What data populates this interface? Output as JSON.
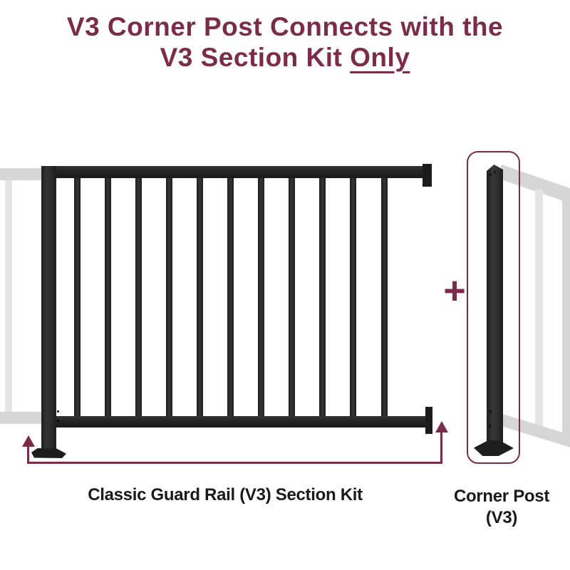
{
  "title": {
    "line1": "V3 Corner Post Connects with the",
    "line2_prefix": "V3 Section Kit ",
    "line2_underlined": "Only"
  },
  "plus_sign": "+",
  "labels": {
    "section_kit": "Classic Guard Rail (V3) Section Kit",
    "corner_post_line1": "Corner Post",
    "corner_post_line2": "(V3)"
  },
  "colors": {
    "accent": "#7B2C48",
    "rail_dark": "#242424",
    "rail_darker": "#1B1B1B",
    "ghost_gray": "#D6D6D6",
    "ghost_light": "#E4E4E4",
    "label_text": "#1A1A1A",
    "background": "#FFFFFF"
  },
  "illustration": {
    "baluster_count": 11,
    "section_kit_name": "Classic Guard Rail (V3) Section Kit",
    "corner_post_name": "Corner Post (V3)"
  }
}
